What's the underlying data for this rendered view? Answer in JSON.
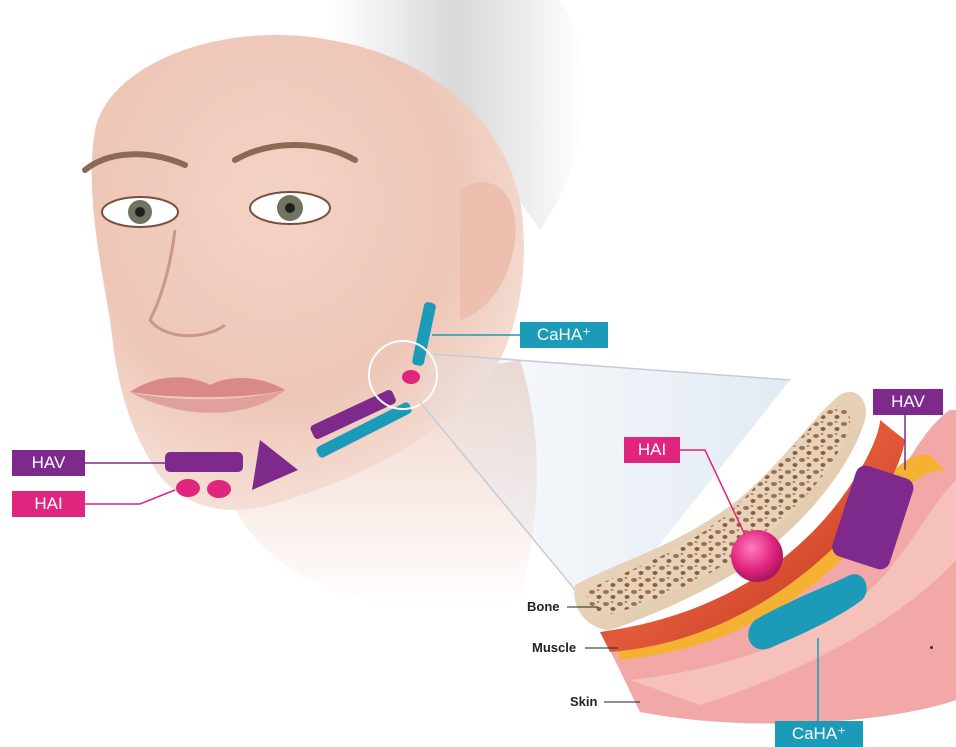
{
  "labels": {
    "left_hav": "HAV",
    "left_hai": "HAI",
    "top_caha": "CaHA⁺",
    "inset_hai": "HAI",
    "inset_hav": "HAV",
    "bottom_caha": "CaHA⁺"
  },
  "layers": {
    "bone": "Bone",
    "muscle": "Muscle",
    "skin": "Skin"
  },
  "colors": {
    "hav": "#7d2a8c",
    "hai": "#e0257e",
    "caha": "#1b9bb7"
  },
  "icons": [
    "face-illustration",
    "magnifier-circle",
    "tissue-cross-section"
  ]
}
